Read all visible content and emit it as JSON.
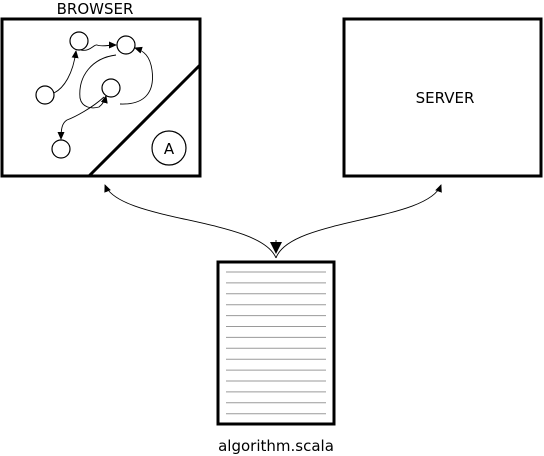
{
  "browser": {
    "label": "BROWSER",
    "badge": "A"
  },
  "server": {
    "label": "SERVER"
  },
  "document": {
    "filename": "algorithm.scala"
  },
  "colors": {
    "stroke": "#000000",
    "background": "#ffffff",
    "text_line": "#9a9a9a"
  }
}
